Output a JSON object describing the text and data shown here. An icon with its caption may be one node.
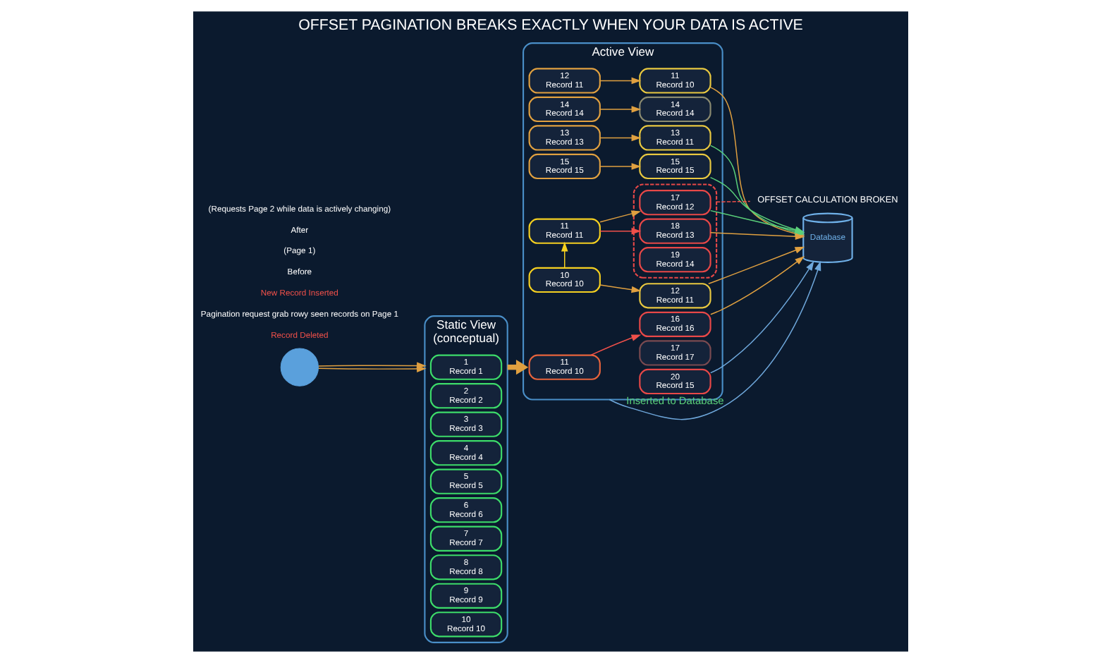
{
  "diagram": {
    "title": "OFFSET PAGINATION BREAKS EXACTLY WHEN YOUR DATA IS ACTIVE",
    "nodes": [
      {
        "text": [
          "Static View",
          "(conceptual)"
        ]
      },
      {
        "text": [
          "1",
          "Record 1"
        ],
        "in": 0
      },
      {
        "text": [
          "2",
          "Record 2"
        ],
        "in": 0
      },
      {
        "text": [
          "3",
          "Record 3"
        ],
        "in": 0
      },
      {
        "text": [
          "4",
          "Record 4"
        ],
        "in": 0
      },
      {
        "text": [
          "5",
          "Record 5"
        ],
        "in": 0
      },
      {
        "text": [
          "6",
          "Record 6"
        ],
        "in": 0
      },
      {
        "text": [
          "7",
          "Record 7"
        ],
        "in": 0
      },
      {
        "text": [
          "8",
          "Record 8"
        ],
        "in": 0
      },
      {
        "text": [
          "9",
          "Record 9"
        ],
        "in": 0
      },
      {
        "text": [
          "10",
          "Record 10"
        ],
        "in": 0
      },
      {
        "text": [],
        "shape": "person"
      },
      {
        "text": [
          "Active View"
        ]
      },
      {
        "text": [
          "11",
          "Record 10"
        ],
        "in": 12
      },
      {
        "text": [
          "12",
          "Record 11"
        ],
        "in": 12
      },
      {
        "text": [
          "13",
          "Record 13"
        ],
        "in": 12
      },
      {
        "text": [
          "14",
          "Record 14"
        ],
        "in": 12
      },
      {
        "text": [
          "15",
          "Record 15"
        ],
        "in": 12
      },
      {
        "text": [
          "10",
          "Record 10"
        ],
        "in": 12
      },
      {
        "text": [
          "11",
          "Record 11"
        ],
        "in": 12
      },
      {
        "text": [
          "11",
          "Record 10"
        ],
        "in": 12
      },
      {
        "text": [
          "12",
          "Record 11"
        ],
        "in": 12
      },
      {
        "text": [
          "13",
          "Record 11"
        ],
        "in": 12
      },
      {
        "text": [
          "14",
          "Record 14"
        ],
        "in": 12
      },
      {
        "text": [
          "15",
          "Record 15"
        ],
        "in": 12
      },
      {
        "text": [
          "16",
          "Record 16"
        ],
        "in": 12
      },
      {
        "text": [
          "17",
          "Record 17"
        ],
        "in": 12
      },
      {
        "text": [],
        "shape": "box",
        "in": 12
      },
      {
        "text": [
          "17",
          "Record 12"
        ],
        "in": 27
      },
      {
        "text": [
          "18",
          "Record 13"
        ],
        "in": 27
      },
      {
        "text": [
          "19",
          "Record 14"
        ],
        "in": 27
      },
      {
        "text": [
          "20",
          "Record 15"
        ],
        "in": 12
      },
      {
        "text": [
          "Database"
        ]
      },
      {
        "text": [
          "OFFSET CALCULATION BROKEN"
        ]
      }
    ],
    "edges": [
      {
        "from": 11,
        "to": 0,
        "arrow": "to"
      },
      {
        "from": 11,
        "to": 0,
        "arrow": "to"
      },
      {
        "from": 0,
        "to": 12,
        "arrow": "to",
        "style": "thick"
      },
      {
        "from": 18,
        "to": 19,
        "arrow": "to",
        "color": "#f5d020"
      },
      {
        "from": 13,
        "to": 25,
        "arrow": "to",
        "color": "#f0504a"
      },
      {
        "from": 14,
        "to": 20,
        "arrow": "to"
      },
      {
        "from": 15,
        "to": 22,
        "arrow": "to"
      },
      {
        "from": 16,
        "to": 23,
        "arrow": "to"
      },
      {
        "from": 17,
        "to": 24,
        "arrow": "to"
      },
      {
        "from": 18,
        "to": 21,
        "arrow": "to"
      },
      {
        "from": 19,
        "to": 28,
        "arrow": "to"
      },
      {
        "from": 19,
        "to": 29,
        "arrow": "to",
        "color": "#f0504a"
      },
      {
        "from": 20,
        "to": 32,
        "arrow": "to"
      },
      {
        "from": 21,
        "to": 32,
        "arrow": "to"
      },
      {
        "from": 22,
        "to": 32,
        "arrow": "to",
        "color": "#5ad07a"
      },
      {
        "from": 24,
        "to": 32,
        "arrow": "to",
        "color": "#5ad07a"
      },
      {
        "from": 25,
        "to": 32,
        "arrow": "to"
      },
      {
        "from": 28,
        "to": 32,
        "arrow": "to",
        "color": "#5ad07a"
      },
      {
        "from": 29,
        "to": 32,
        "arrow": "to"
      },
      {
        "from": 31,
        "to": 32,
        "arrow": "to",
        "color": "#6fa8dc"
      },
      {
        "from": 12,
        "to": 32,
        "arrow": "to",
        "label": "Inserted to Database",
        "color": "#6fa8dc"
      },
      {
        "from": 27,
        "to": 33,
        "arrow": "none",
        "style": "dashed",
        "color": "#f0504a"
      }
    ],
    "labels": [
      "Record Deleted",
      "Pagination request grab rowy seen records on Page 1",
      "New Record Inserted",
      "Before",
      "(Page 1)",
      "After",
      "(Requests Page 2 while data is actively changing)"
    ]
  }
}
